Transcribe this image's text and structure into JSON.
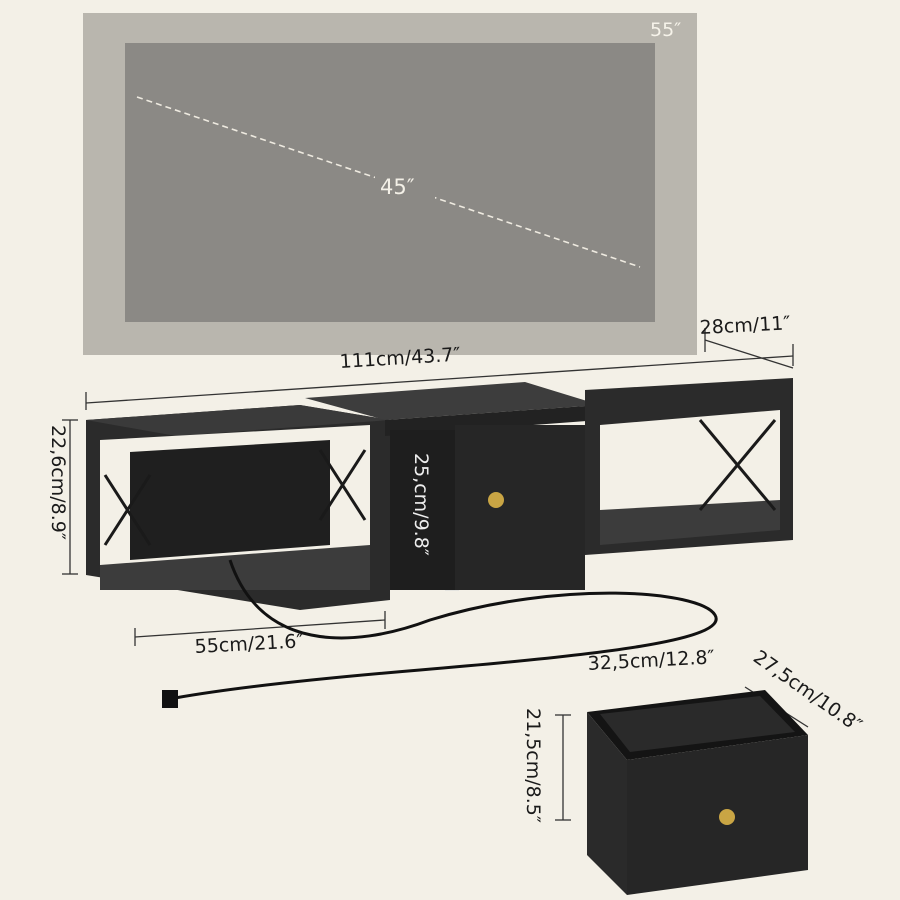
{
  "tv": {
    "outer_size": "55″",
    "inner_size": "45″"
  },
  "dimensions": {
    "total_width": "111cm/43.7″",
    "depth": "28cm/11″",
    "height": "22,6cm/8.9″",
    "drawer_section_height": "25,cm/9.8″",
    "shelf_width": "55cm/21.6″",
    "drawer_width": "32,5cm/12.8″",
    "drawer_depth": "27,5cm/10.8″",
    "drawer_height": "21,5cm/8.5″"
  },
  "colors": {
    "background": "#f3f0e7",
    "tv_outer": "#b9b6ae",
    "tv_inner": "#8b8985",
    "furniture": "#2a2a2a",
    "knob": "#c9a544"
  }
}
